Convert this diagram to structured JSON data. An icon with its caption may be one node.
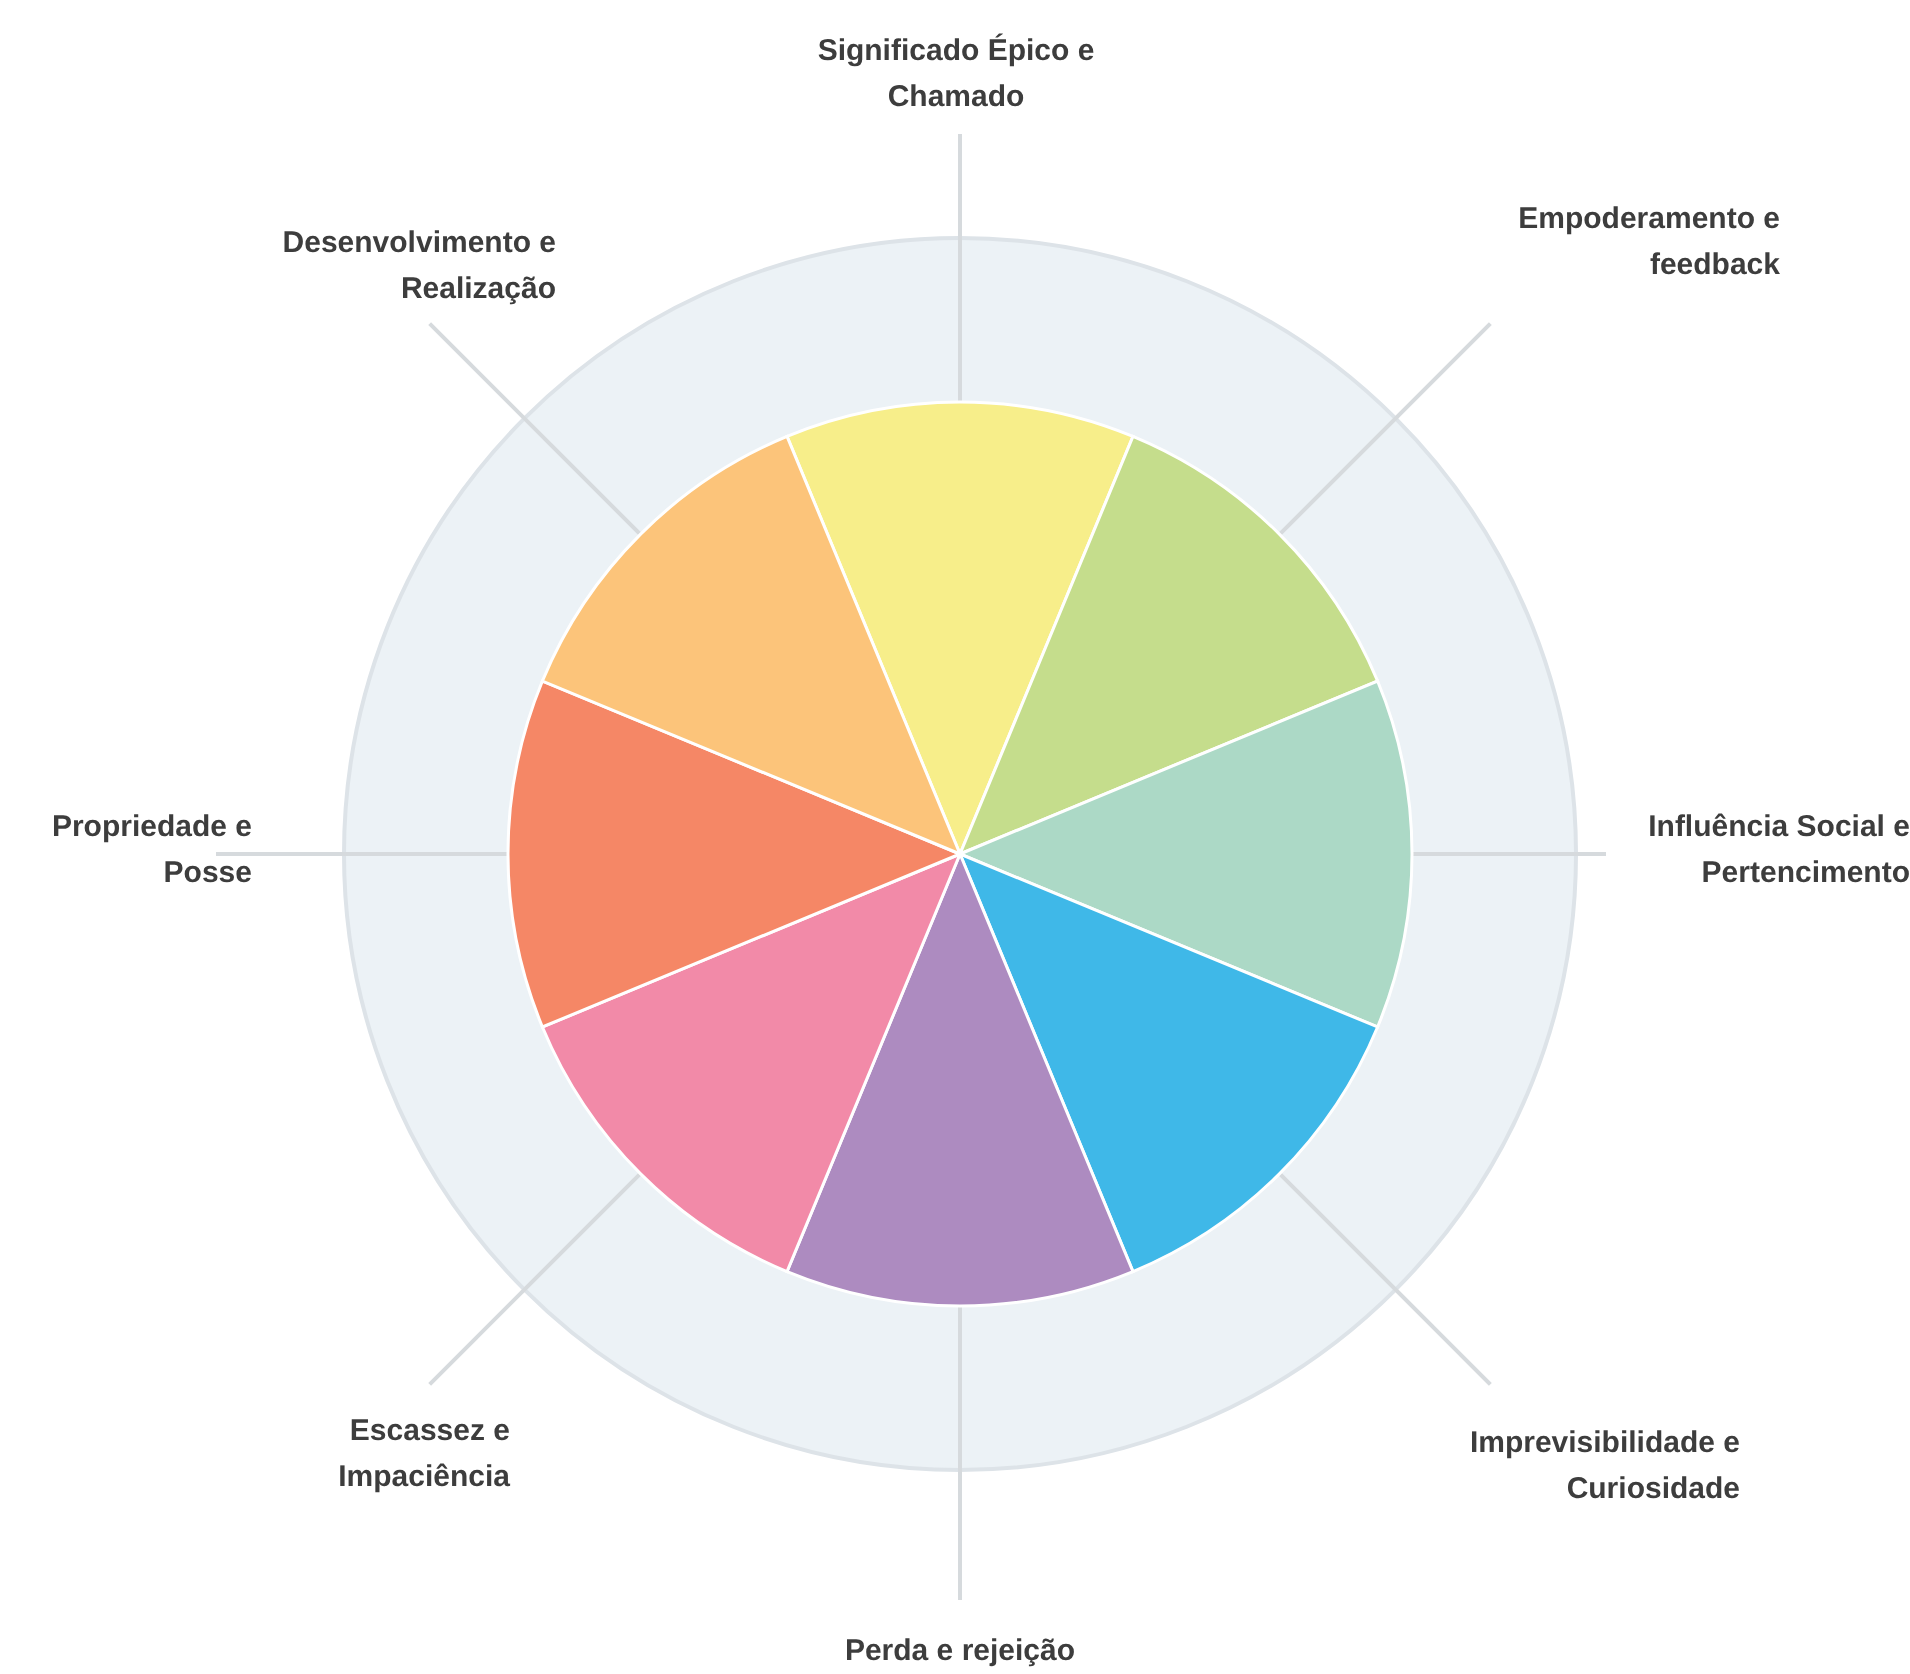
{
  "diagram": {
    "nodes": [
      {
        "text": [
          "Significado Épico e Chamado"
        ]
      },
      {
        "text": [
          "Empoderamento e feedback"
        ]
      },
      {
        "text": [
          "Influência Social e Pertencimento"
        ]
      },
      {
        "text": [
          "Imprevisibilidade e Curiosidade"
        ]
      },
      {
        "text": [
          "Perda e rejeição"
        ]
      },
      {
        "text": [
          "Escassez e Impaciência"
        ]
      },
      {
        "text": [
          "Propriedade e Posse"
        ]
      },
      {
        "text": [
          "Desenvolvimento e Realização"
        ]
      },
      {
        "text": [],
        "shape": "wedge"
      },
      {
        "text": [],
        "shape": "wedge"
      },
      {
        "text": [],
        "shape": "wedge"
      },
      {
        "text": [],
        "shape": "wedge"
      },
      {
        "text": [],
        "shape": "wedge"
      },
      {
        "text": [],
        "shape": "wedge"
      },
      {
        "text": [],
        "shape": "wedge"
      },
      {
        "text": [],
        "shape": "wedge"
      }
    ],
    "edges": [
      {
        "from": 0,
        "to": 8,
        "arrow": "none"
      },
      {
        "from": 1,
        "to": 9,
        "arrow": "none"
      },
      {
        "from": 2,
        "to": 10,
        "arrow": "none"
      },
      {
        "from": 3,
        "to": 11,
        "arrow": "none"
      },
      {
        "from": 4,
        "to": 12,
        "arrow": "none"
      },
      {
        "from": 5,
        "to": 13,
        "arrow": "none"
      },
      {
        "from": 6,
        "to": 14,
        "arrow": "none"
      },
      {
        "from": 7,
        "to": 15,
        "arrow": "none"
      }
    ]
  }
}
